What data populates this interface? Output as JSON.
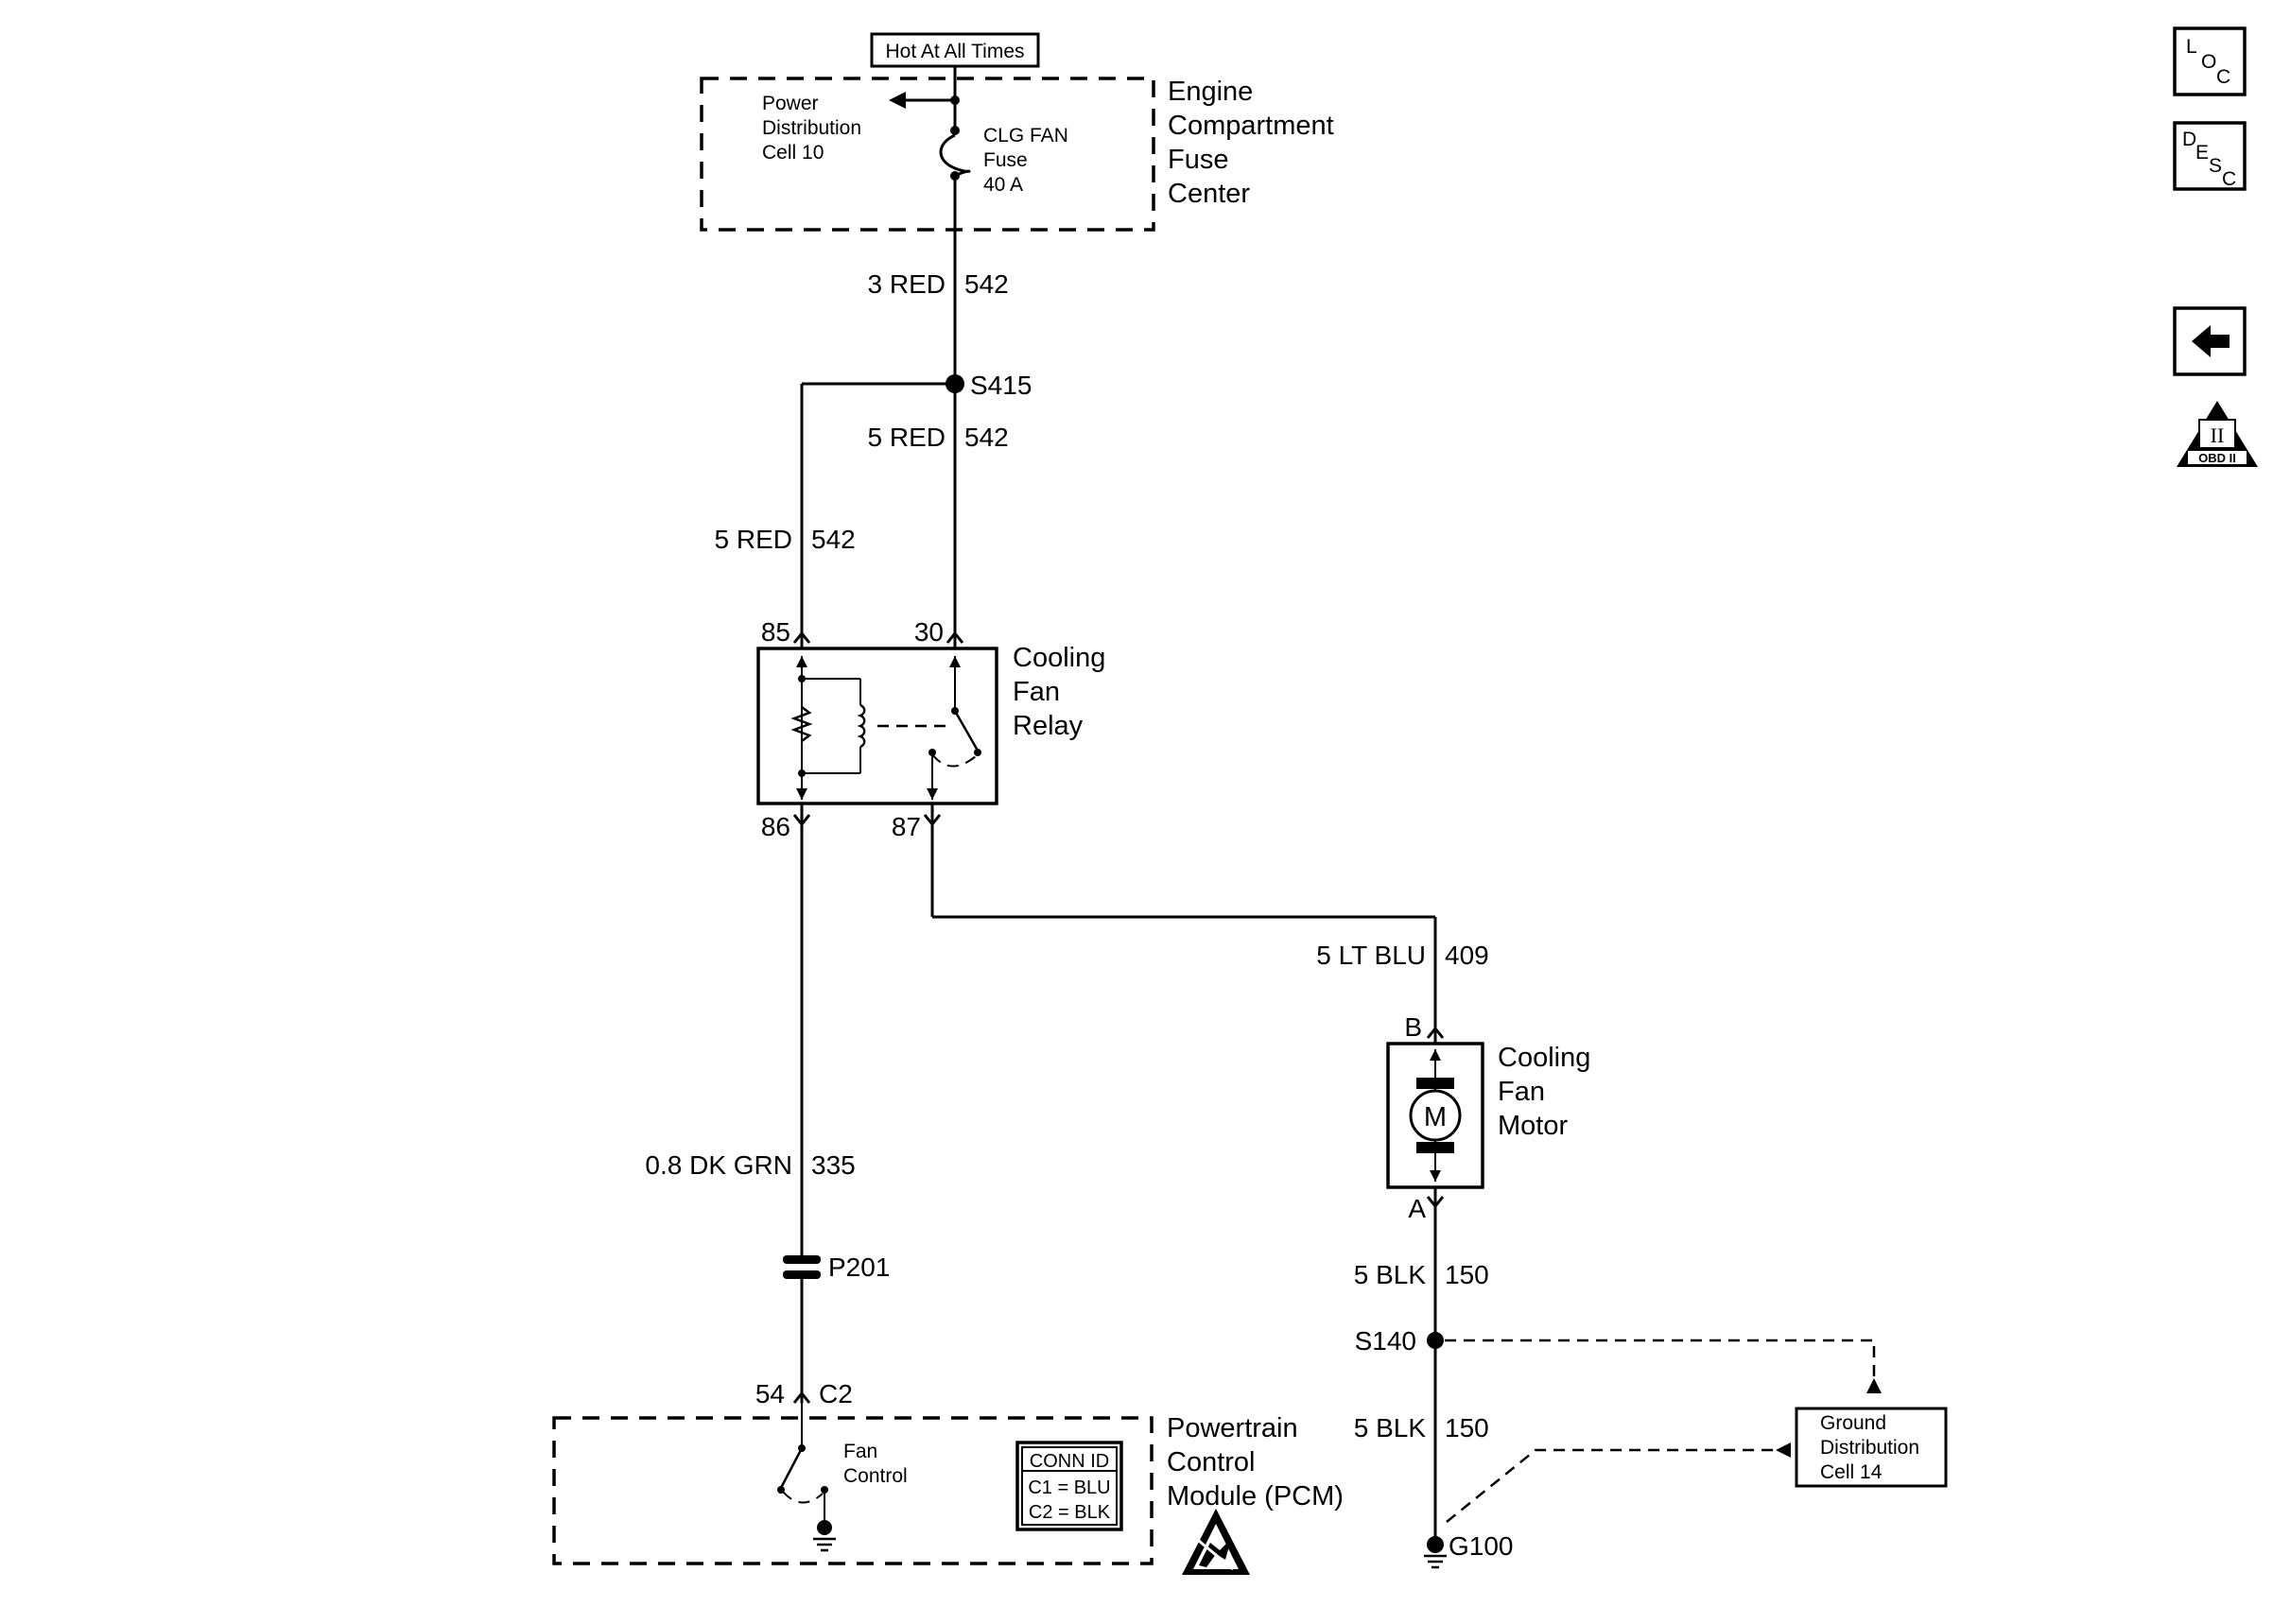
{
  "top": {
    "hot_label": "Hot At All Times"
  },
  "fuse_center": {
    "title_lines": [
      "Engine",
      "Compartment",
      "Fuse",
      "Center"
    ],
    "power_lines": [
      "Power",
      "Distribution",
      "Cell 10"
    ],
    "fuse_lines": [
      "CLG FAN",
      "Fuse",
      "40 A"
    ]
  },
  "wires": {
    "w1": {
      "size_color": "3 RED",
      "circuit": "542"
    },
    "w2": {
      "size_color": "5 RED",
      "circuit": "542"
    },
    "w3": {
      "size_color": "5 RED",
      "circuit": "542"
    },
    "w4": {
      "size_color": "5 LT BLU",
      "circuit": "409"
    },
    "w5": {
      "size_color": "0.8 DK GRN",
      "circuit": "335"
    },
    "w6": {
      "size_color": "5 BLK",
      "circuit": "150"
    },
    "w7": {
      "size_color": "5 BLK",
      "circuit": "150"
    }
  },
  "splices": {
    "s415": "S415",
    "s140": "S140",
    "p201": "P201",
    "g100": "G100"
  },
  "relay": {
    "title_lines": [
      "Cooling",
      "Fan",
      "Relay"
    ],
    "pin85": "85",
    "pin30": "30",
    "pin86": "86",
    "pin87": "87"
  },
  "motor": {
    "title_lines": [
      "Cooling",
      "Fan",
      "Motor"
    ],
    "pin_b": "B",
    "pin_a": "A",
    "symbol": "M"
  },
  "pcm": {
    "title_lines": [
      "Powertrain",
      "Control",
      "Module (PCM)"
    ],
    "pin": "54",
    "connector": "C2",
    "fan_lines": [
      "Fan",
      "Control"
    ],
    "conn_id": {
      "title": "CONN ID",
      "lines": [
        "C1 = BLU",
        "C2 = BLK"
      ]
    }
  },
  "ground_dist": {
    "lines": [
      "Ground",
      "Distribution",
      "Cell 14"
    ]
  },
  "nav": {
    "loc": {
      "l1": "L",
      "l2": "O",
      "l3": "C"
    },
    "desc": {
      "l1": "D",
      "l2": "E",
      "l3": "S",
      "l4": "C"
    },
    "obd": {
      "numeral": "II",
      "label": "OBD II"
    }
  }
}
